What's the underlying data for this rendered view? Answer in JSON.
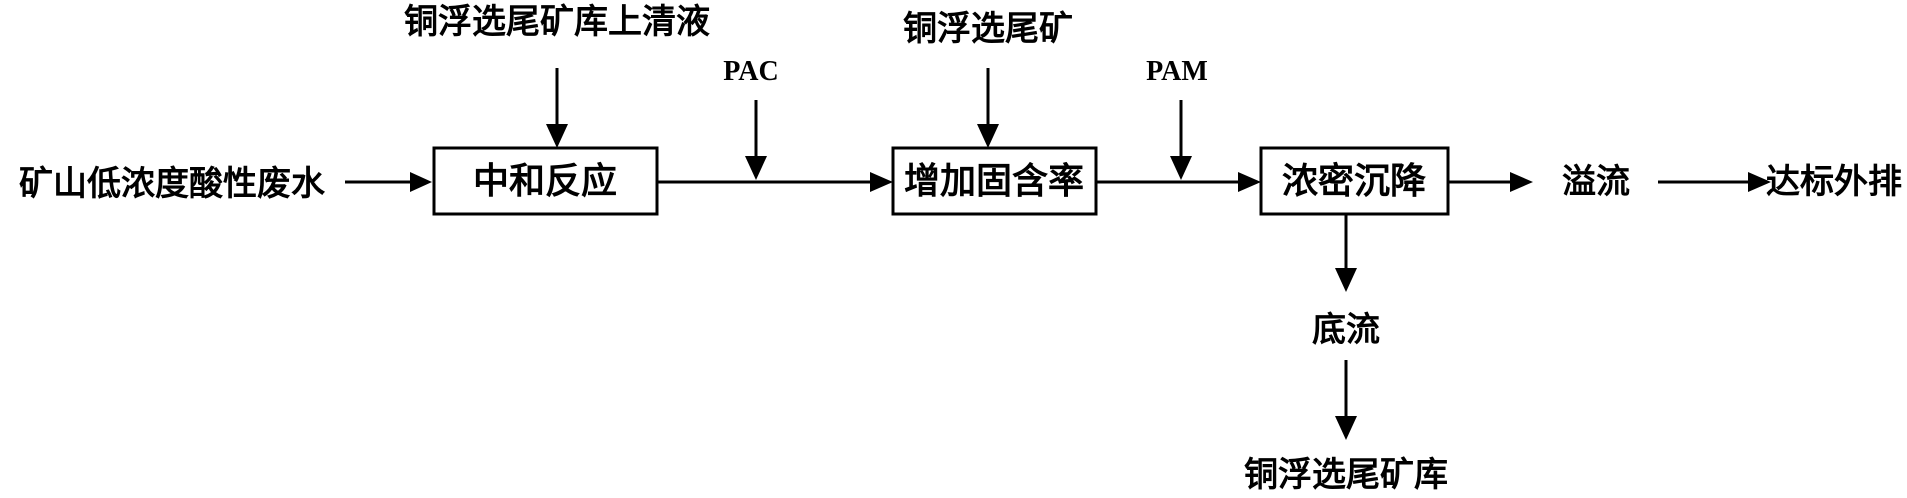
{
  "nodes": {
    "input_wastewater": "矿山低浓度酸性废水",
    "supernatant": "铜浮选尾矿库上清液",
    "neutralization": "中和反应",
    "pac": "PAC",
    "copper_tailings": "铜浮选尾矿",
    "solid_increase": "增加固含率",
    "pam": "PAM",
    "thickening": "浓密沉降",
    "overflow": "溢流",
    "discharge": "达标外排",
    "underflow": "底流",
    "tailings_pond": "铜浮选尾矿库"
  },
  "colors": {
    "stroke": "#000000",
    "background": "#ffffff"
  }
}
